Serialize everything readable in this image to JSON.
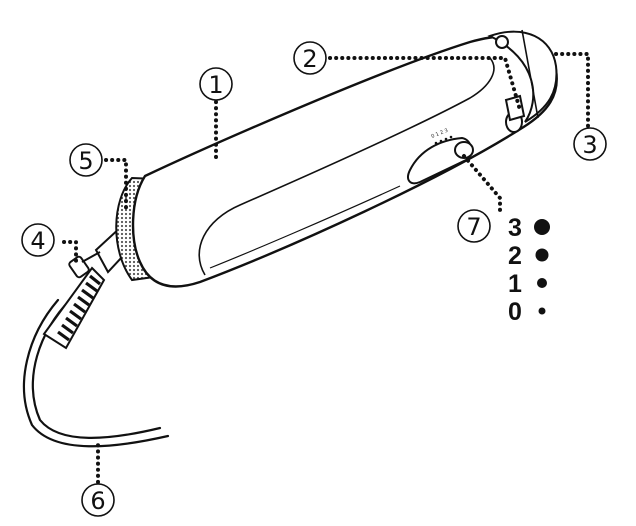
{
  "callouts": [
    {
      "id": "1",
      "label": "1"
    },
    {
      "id": "2",
      "label": "2"
    },
    {
      "id": "3",
      "label": "3"
    },
    {
      "id": "4",
      "label": "4"
    },
    {
      "id": "5",
      "label": "5"
    },
    {
      "id": "6",
      "label": "6"
    },
    {
      "id": "7",
      "label": "7"
    }
  ],
  "speed_settings": [
    {
      "label": "3"
    },
    {
      "label": "2"
    },
    {
      "label": "1"
    },
    {
      "label": "0"
    }
  ],
  "switch_markings": "0 1 2 3"
}
